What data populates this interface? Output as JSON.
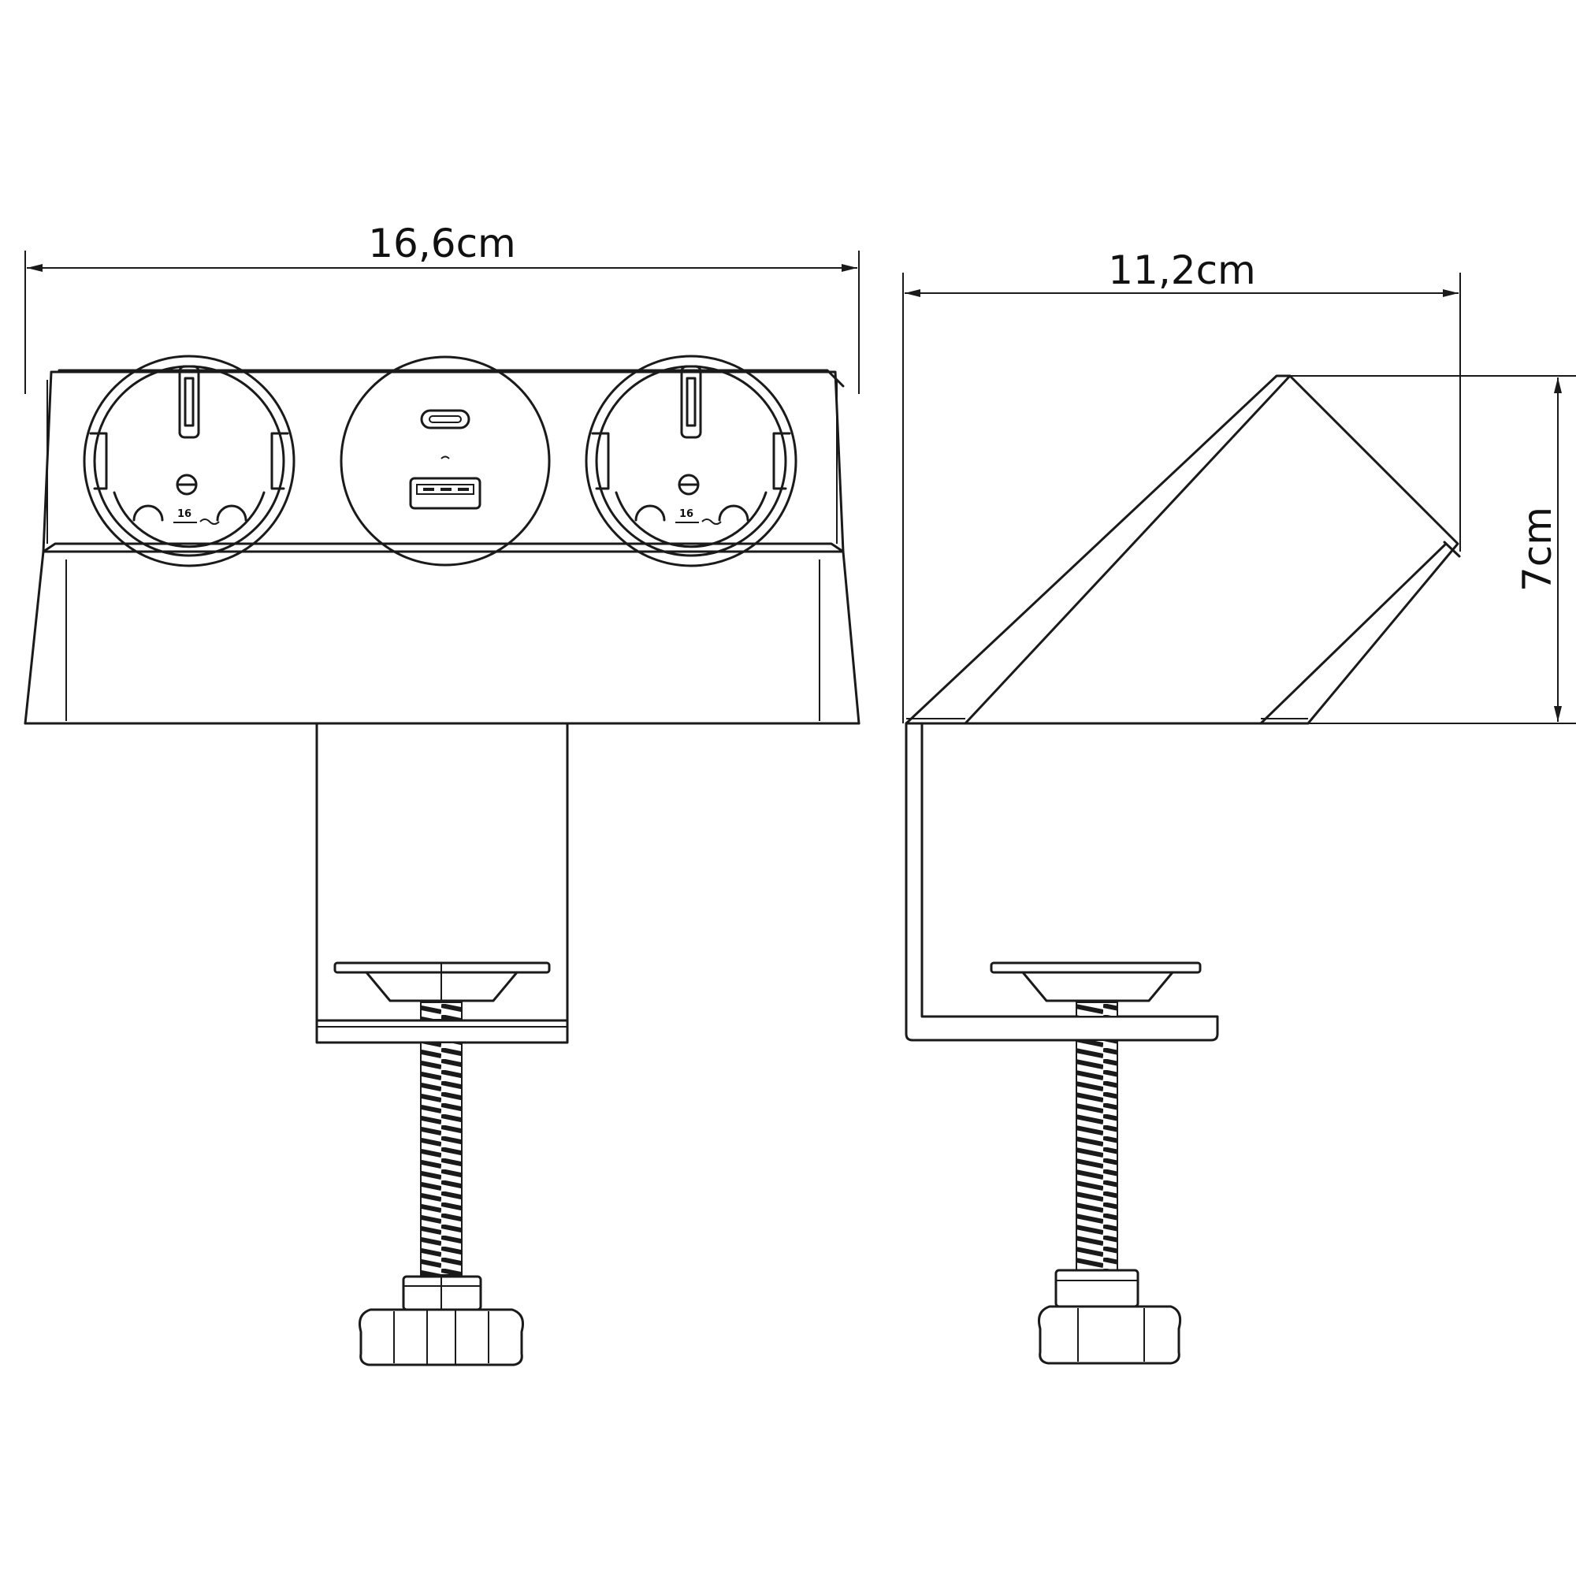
{
  "dimensions": {
    "front_width": "16,6cm",
    "side_depth": "11,2cm",
    "side_height": "7cm"
  },
  "socket_rating": "16",
  "colors": {
    "line": "#1a1a1a",
    "background": "#ffffff"
  },
  "icons": {
    "usb_c_port": "usb-c-port-icon",
    "usb_a_port": "usb-a-port-icon",
    "schuko_socket": "schuko-socket-icon"
  }
}
